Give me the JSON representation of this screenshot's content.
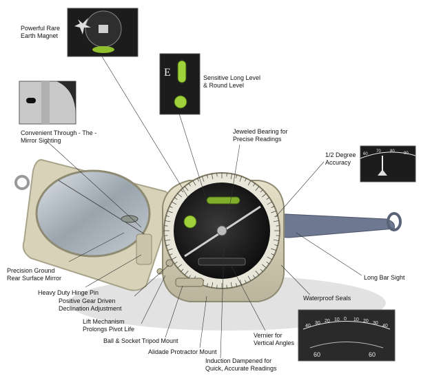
{
  "callouts": {
    "magnet": [
      "Powerful Rare",
      "Earth Magnet"
    ],
    "level": [
      "Sensitive Long Level",
      "& Round Level"
    ],
    "mirror_sighting": [
      "Convenient Through - The -",
      "Mirror Sighting"
    ],
    "bearing": [
      "Jeweled Bearing for",
      "Precise Readings"
    ],
    "accuracy": [
      "1/2 Degree",
      "Accuracy"
    ],
    "rear_mirror": [
      "Precision Ground",
      "Rear Surface Mirror"
    ],
    "hinge": [
      "Heavy Duty Hinge Pin"
    ],
    "declination": [
      "Positive Gear Driven",
      "Declination Adjustment"
    ],
    "lift": [
      "Lift Mechanism",
      "Prolongs Pivot Life"
    ],
    "tripod": [
      "Ball & Socket Tripod Mount"
    ],
    "alidade": [
      "Alidade Protractor Mount"
    ],
    "induction": [
      "Induction Dampened for",
      "Quick, Accurate Readings"
    ],
    "vernier": [
      "Vernier for",
      "Vertical Angles"
    ],
    "seals": [
      "Waterproof Seals"
    ],
    "bar_sight": [
      "Long Bar Sight"
    ]
  },
  "insets": {
    "level_letter": "E",
    "accuracy_scale": [
      "60",
      "70",
      "80",
      "90"
    ],
    "vernier_scale": [
      "40",
      "30",
      "20",
      "10",
      "0",
      "10",
      "20",
      "30",
      "40"
    ],
    "vernier_bottom": [
      "60",
      "60"
    ]
  },
  "colors": {
    "body": "#d7d2b8",
    "body_shadow": "#a8a38a",
    "dial": "#1a1a1a",
    "bar_sight": "#6e7891",
    "level_green": "#9fd23a"
  }
}
